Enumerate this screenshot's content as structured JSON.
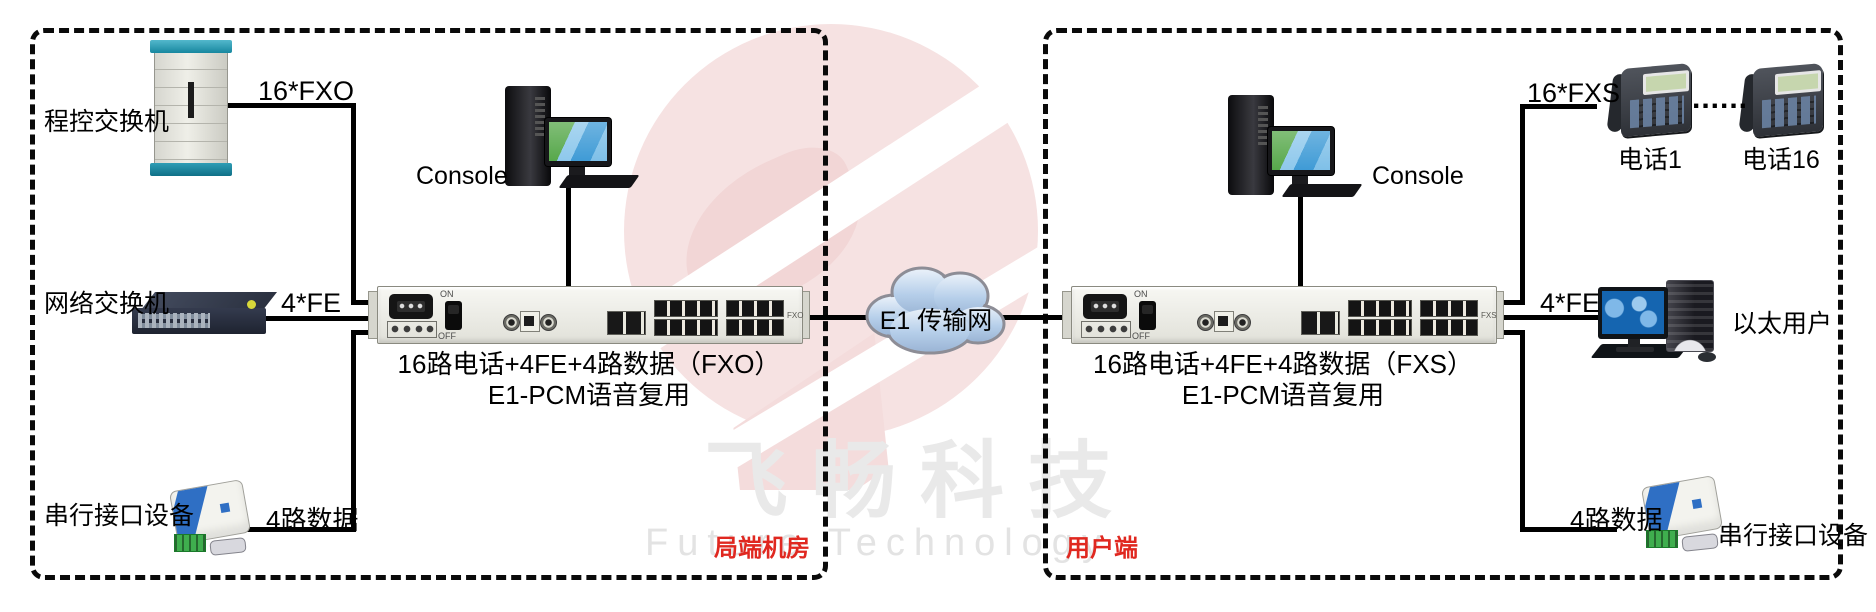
{
  "zones": {
    "left": {
      "label": "局端机房",
      "pbx_label": "程控交换机",
      "switch_label": "网络交换机",
      "serial_label": "串行接口设备",
      "console_label": "Console",
      "link_fxo": "16*FXO",
      "link_fe": "4*FE",
      "link_data": "4路数据",
      "mux": {
        "line1": "16路电话+4FE+4路数据（FXO）",
        "line2": "E1-PCM语音复用",
        "port_label": "FXO",
        "on": "ON",
        "off": "OFF"
      }
    },
    "right": {
      "label": "用户端",
      "console_label": "Console",
      "phone1_label": "电话1",
      "phone16_label": "电话16",
      "phones_ellipsis": "......",
      "eth_label": "以太用户",
      "serial_label": "串行接口设备",
      "link_fxs": "16*FXS",
      "link_fe": "4*FE",
      "link_data": "4路数据",
      "mux": {
        "line1": "16路电话+4FE+4路数据（FXS）",
        "line2": "E1-PCM语音复用",
        "port_label": "FXS",
        "on": "ON",
        "off": "OFF"
      }
    }
  },
  "network": {
    "cloud_label": "E1 传输网"
  },
  "watermark": {
    "brand_cn": "飞畅科技",
    "brand_en": "Future Technology"
  },
  "colors": {
    "line": "#000000",
    "red_label": "#e02820",
    "watermark_text": "#e9e9e9",
    "watermark_logo": "#f6e2e2",
    "cloud_fill": "#b6cfea"
  }
}
